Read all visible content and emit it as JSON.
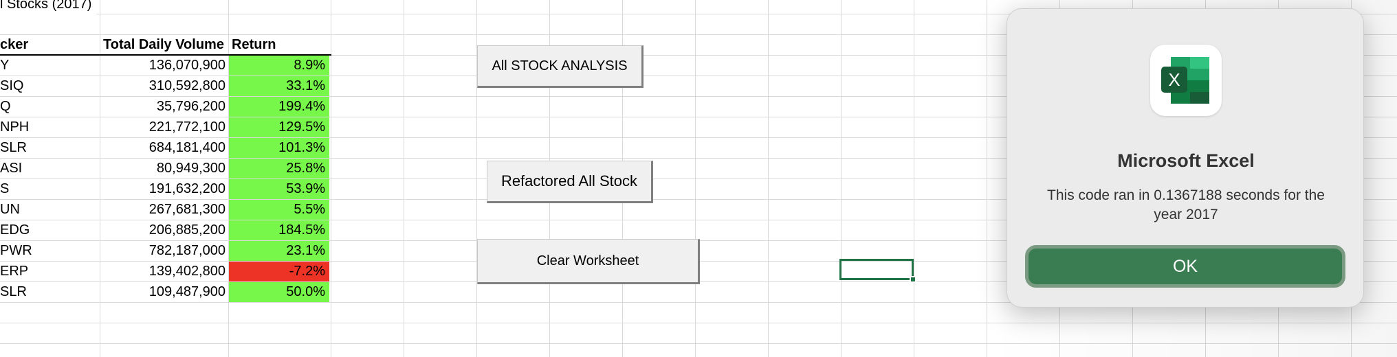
{
  "sheet": {
    "title": "l Stocks (2017)",
    "headers": {
      "ticker": "cker",
      "volume": "Total Daily Volume",
      "return": "Return"
    },
    "rows": [
      {
        "ticker": "Y",
        "volume": "136,070,900",
        "return": "8.9%",
        "color": "#76f74a"
      },
      {
        "ticker": "SIQ",
        "volume": "310,592,800",
        "return": "33.1%",
        "color": "#76f74a"
      },
      {
        "ticker": "Q",
        "volume": "35,796,200",
        "return": "199.4%",
        "color": "#76f74a"
      },
      {
        "ticker": "NPH",
        "volume": "221,772,100",
        "return": "129.5%",
        "color": "#76f74a"
      },
      {
        "ticker": "SLR",
        "volume": "684,181,400",
        "return": "101.3%",
        "color": "#76f74a"
      },
      {
        "ticker": "ASI",
        "volume": "80,949,300",
        "return": "25.8%",
        "color": "#76f74a"
      },
      {
        "ticker": "S",
        "volume": "191,632,200",
        "return": "53.9%",
        "color": "#76f74a"
      },
      {
        "ticker": "UN",
        "volume": "267,681,300",
        "return": "5.5%",
        "color": "#76f74a"
      },
      {
        "ticker": "EDG",
        "volume": "206,885,200",
        "return": "184.5%",
        "color": "#76f74a"
      },
      {
        "ticker": "PWR",
        "volume": "782,187,000",
        "return": "23.1%",
        "color": "#76f74a"
      },
      {
        "ticker": "ERP",
        "volume": "139,402,800",
        "return": "-7.2%",
        "color": "#ec3325"
      },
      {
        "ticker": "SLR",
        "volume": "109,487,900",
        "return": "50.0%",
        "color": "#76f74a"
      }
    ]
  },
  "buttons": {
    "all_stock": "All STOCK ANALYSIS",
    "refactored": "Refactored All Stock",
    "clear": "Clear Worksheet"
  },
  "dialog": {
    "app_name": "Microsoft Excel",
    "message": "This code ran in 0.1367188 seconds for the year 2017",
    "ok_label": "OK",
    "icon": "excel-icon",
    "icon_letter": "X",
    "accent": "#3b7d52"
  }
}
